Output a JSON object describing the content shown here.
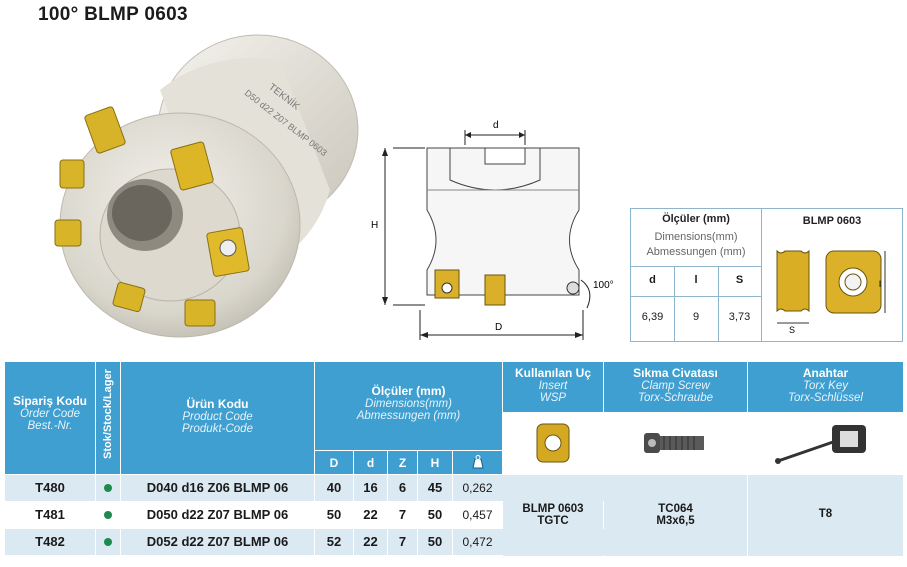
{
  "title": "100° BLMP 0603",
  "photo": {
    "engraving_line1": "TEKNİK",
    "engraving_line2": "D50 d22 Z07 BLMP 0603"
  },
  "drawing": {
    "label_d": "d",
    "label_H": "H",
    "label_D": "D",
    "angle": "100°"
  },
  "dimensions_box": {
    "title_tr": "Ölçüler (mm)",
    "title_en": "Dimensions(mm)",
    "title_de": "Abmessungen (mm)",
    "insert_title": "BLMP 0603",
    "headers": [
      "d",
      "l",
      "S"
    ],
    "values": [
      "6,39",
      "9",
      "3,73"
    ],
    "insert_label_l": "l",
    "insert_label_s": "S"
  },
  "table": {
    "header": {
      "order_tr": "Sipariş Kodu",
      "order_en": "Order Code",
      "order_de": "Best.-Nr.",
      "stock": "Stok/Stock/Lager",
      "product_tr": "Ürün Kodu",
      "product_en": "Product Code",
      "product_de": "Produkt-Code",
      "dims_tr": "Ölçüler (mm)",
      "dims_en": "Dimensions(mm)",
      "dims_de": "Abmessungen (mm)",
      "cols": [
        "D",
        "d",
        "Z",
        "H"
      ],
      "insert_tr": "Kullanılan Uç",
      "insert_en": "Insert",
      "insert_de": "WSP",
      "screw_tr": "Sıkma Civatası",
      "screw_en": "Clamp Screw",
      "screw_de": "Torx-Schraube",
      "key_tr": "Anahtar",
      "key_en": "Torx Key",
      "key_de": "Torx-Schlüssel"
    },
    "rows": [
      {
        "code": "T480",
        "product": "D040 d16 Z06 BLMP 06",
        "D": "40",
        "d": "16",
        "Z": "6",
        "H": "45",
        "w": "0,262"
      },
      {
        "code": "T481",
        "product": "D050 d22 Z07 BLMP 06",
        "D": "50",
        "d": "22",
        "Z": "7",
        "H": "50",
        "w": "0,457"
      },
      {
        "code": "T482",
        "product": "D052 d22 Z07 BLMP 06",
        "D": "52",
        "d": "22",
        "Z": "7",
        "H": "50",
        "w": "0,472"
      }
    ],
    "insert_value_1": "BLMP 0603",
    "insert_value_2": "TGTC",
    "screw_value_1": "TC064",
    "screw_value_2": "M3x6,5",
    "key_value": "T8",
    "colors": {
      "header": "#3e9fd0",
      "row_alt": "#dbe9f3",
      "stock_dot": "#1e8a4d"
    }
  }
}
